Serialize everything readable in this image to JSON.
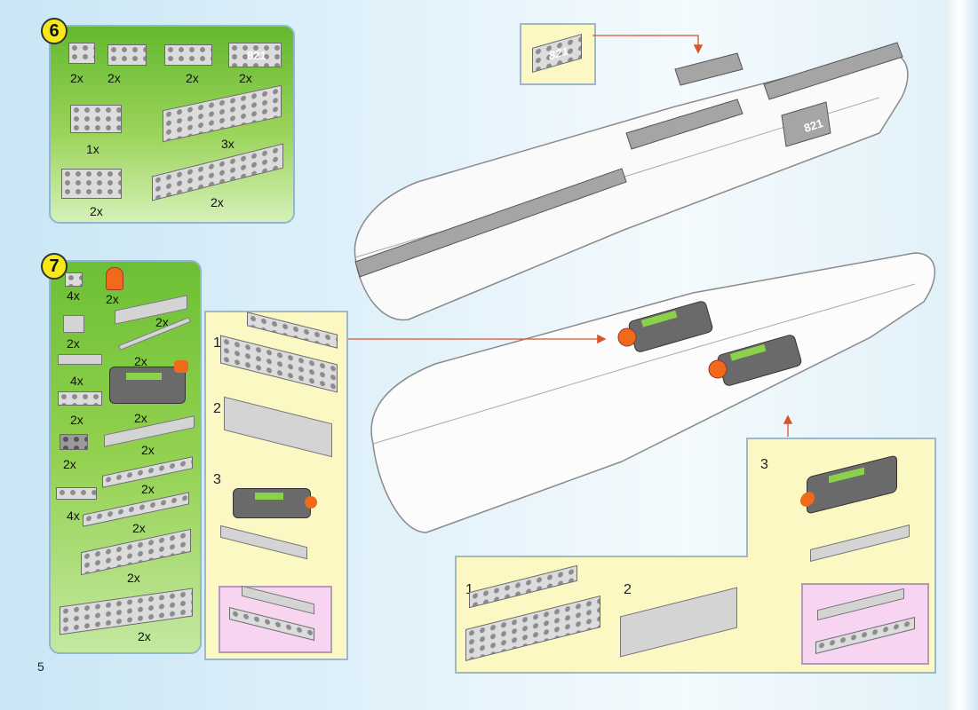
{
  "page": {
    "number": "5"
  },
  "step6": {
    "number": "6",
    "counts": [
      "2x",
      "2x",
      "2x",
      "2x",
      "1x",
      "3x",
      "2x",
      "2x"
    ],
    "part_label": "821"
  },
  "step7": {
    "number": "7",
    "counts": [
      "4x",
      "2x",
      "2x",
      "2x",
      "2x",
      "4x",
      "2x",
      "2x",
      "2x",
      "2x",
      "2x",
      "4x",
      "2x",
      "2x",
      "2x"
    ]
  },
  "callout_top": {
    "part_label": "821"
  },
  "hull_label": "821",
  "sub_left": {
    "steps": [
      "1",
      "2",
      "3"
    ]
  },
  "sub_right": {
    "step": "3"
  },
  "sub_bottom": {
    "steps": [
      "1",
      "2"
    ]
  },
  "colors": {
    "arrow": "#d9532b",
    "panel_green": "#7fc743",
    "panel_yellow": "#fcf8c4",
    "panel_pink": "#f7d4ef",
    "brick_gray": "#9a9a9a",
    "orange_part": "#f06a1a"
  }
}
